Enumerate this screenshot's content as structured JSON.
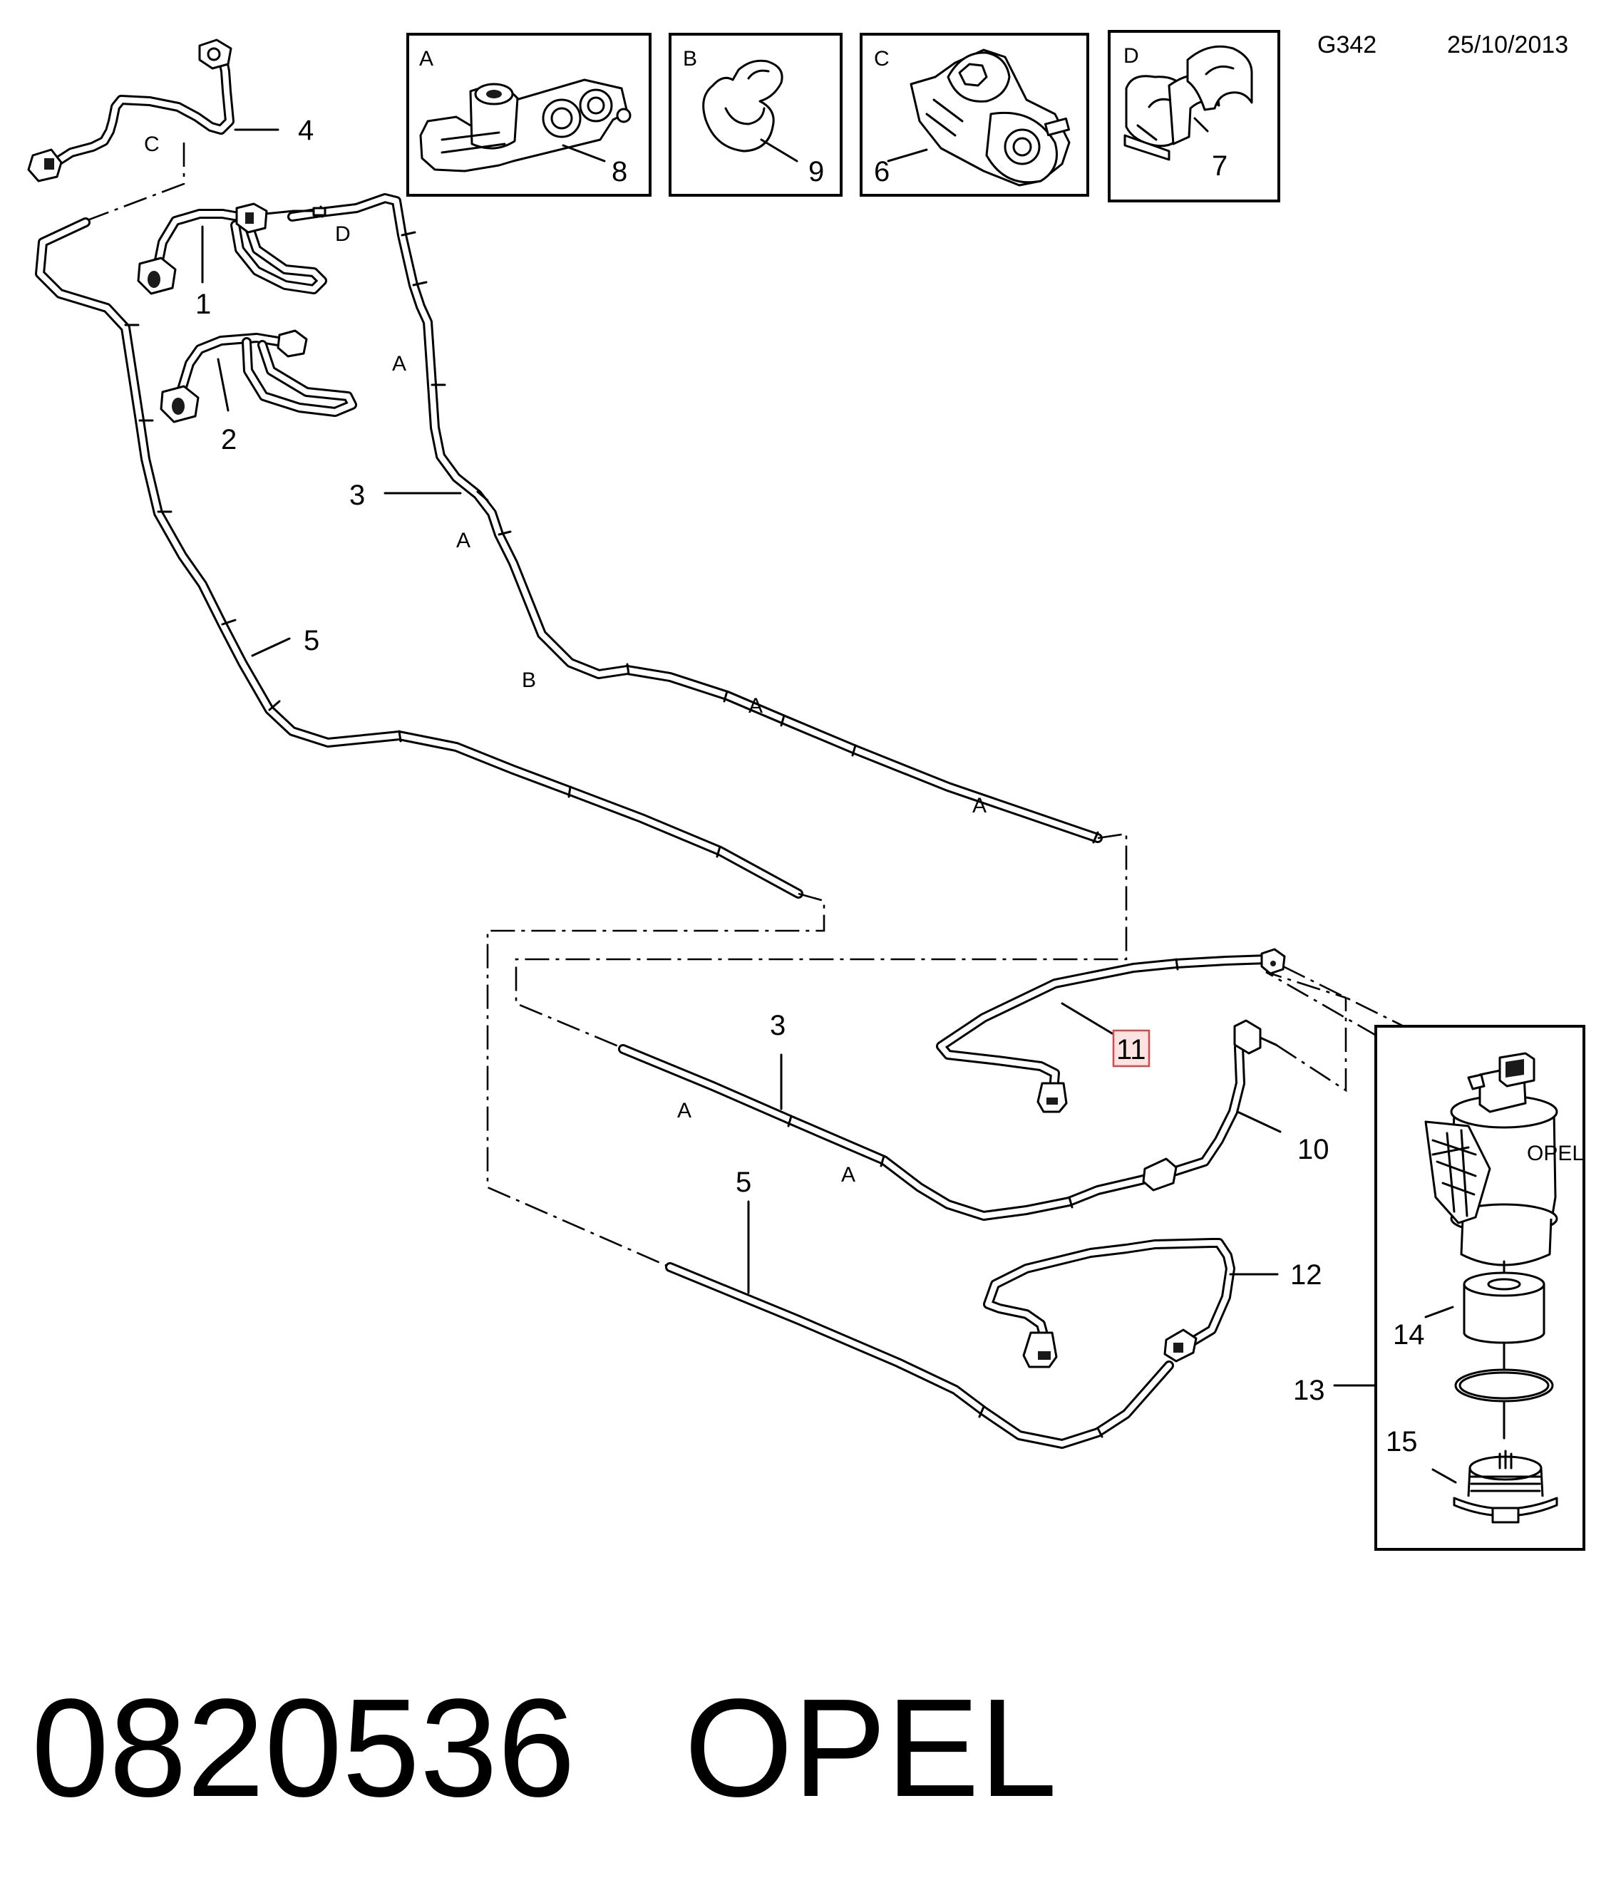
{
  "header": {
    "diagram_code": "G342",
    "date": "25/10/2013"
  },
  "insets": [
    {
      "letter": "A",
      "part": "8"
    },
    {
      "letter": "B",
      "part": "9"
    },
    {
      "letter": "C",
      "part": "6"
    },
    {
      "letter": "D",
      "part": "7"
    }
  ],
  "callouts": {
    "p1": "1",
    "p2": "2",
    "p3_top": "3",
    "p3_lower": "3",
    "p4": "4",
    "p5_top": "5",
    "p5_lower": "5",
    "p10": "10",
    "p11": "11",
    "p12": "12",
    "p13": "13",
    "p14": "14",
    "p15": "15"
  },
  "clip_marks": {
    "c_top": "C",
    "d_top": "D",
    "a1": "A",
    "a2": "A",
    "b1": "B",
    "a3": "A",
    "a4": "A",
    "a5": "A",
    "a6": "A"
  },
  "filter_brand": "OPEL",
  "footer": {
    "part_number": "0820536",
    "brand": "OPEL"
  }
}
